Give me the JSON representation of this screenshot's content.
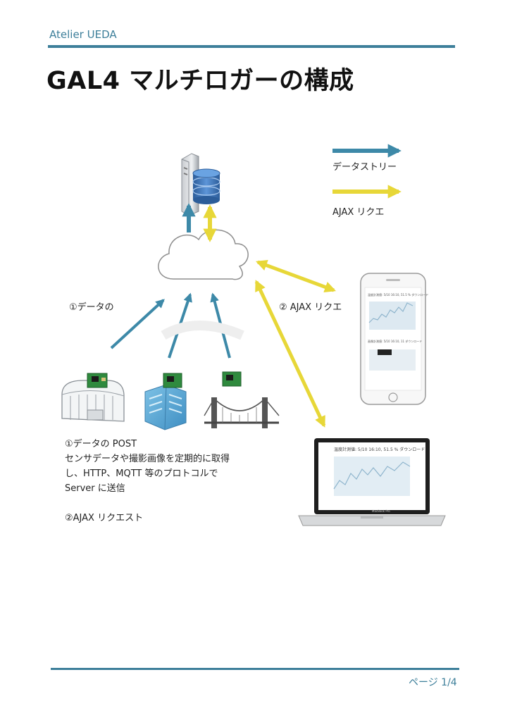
{
  "header": {
    "brand": "Atelier UEDA",
    "title": "GAL4 マルチロガーの構成"
  },
  "legend": [
    {
      "label": "データストリー",
      "color": "#3d89a8"
    },
    {
      "label": "AJAX リクエ",
      "color": "#e7d738"
    }
  ],
  "labels": {
    "post": "①データの",
    "ajax": "② AJAX リクエ"
  },
  "description": [
    "①データの POST",
    "センサデータや撮影画像を定期的に取得",
    "し、HTTP、MQTT 等のプロトコルで",
    "Server に送信",
    "",
    "②AJAX リクエスト"
  ],
  "phone": {
    "chart1_title": "温度計測値: 5/10 16:10, 51.5 % ダウンロード",
    "chart2_title": "画像計測値: 5/10 16:10, 11 ダウンロード"
  },
  "laptop": {
    "chart_title": "温度計測値: 5/10 16:10, 51.5 % ダウンロード",
    "brand": "MacBook Pro"
  },
  "footer": {
    "page": "ページ 1/4"
  },
  "colors": {
    "accent": "#3d7f9a",
    "data_arrow": "#3d89a8",
    "ajax_arrow": "#e7d738"
  }
}
